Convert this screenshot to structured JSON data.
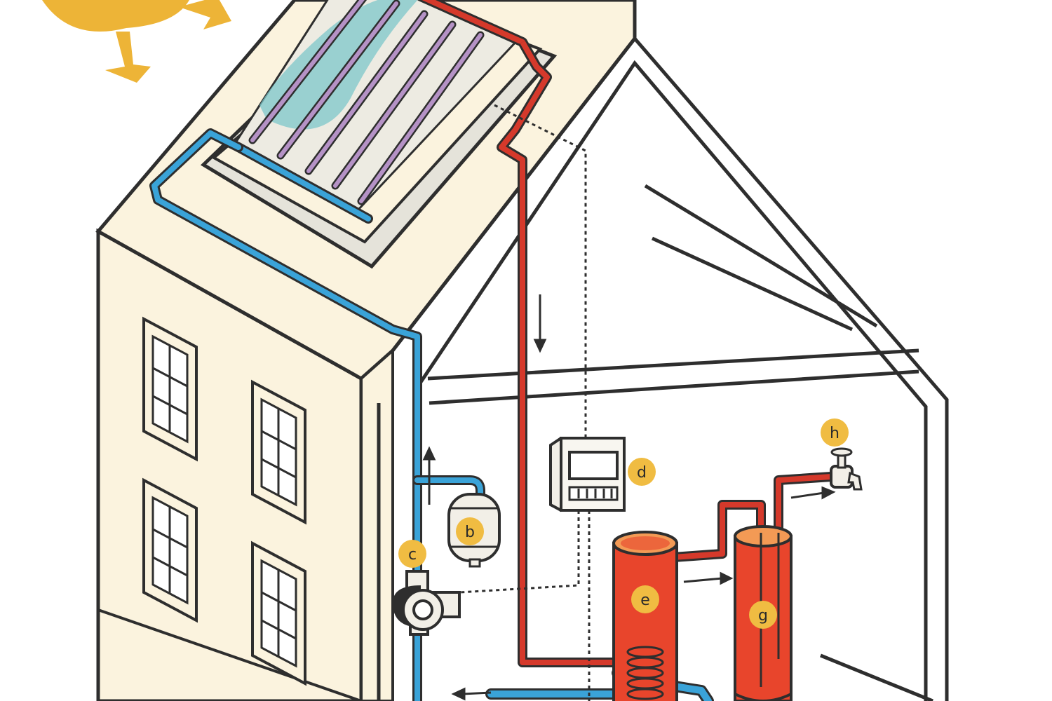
{
  "labels": {
    "b": "b",
    "c": "c",
    "d": "d",
    "e": "e",
    "g": "g",
    "h": "h"
  },
  "colors": {
    "sun": "#EDB437",
    "wall_front": "#FBF3DE",
    "outline": "#2E2E2E",
    "cold_pipe": "#3AA3D8",
    "hot_pipe": "#D5392B",
    "collector_glass": "#7CC7C9",
    "collector_tube": "#B592C6",
    "tank": "#E8452C",
    "tank_top": "#F39A55",
    "label_badge": "#F0BC42"
  },
  "icons": [
    "sun-icon",
    "solar-collector-icon",
    "expansion-vessel-icon",
    "pump-icon",
    "controller-icon",
    "storage-tank-icon",
    "auxiliary-heater-icon",
    "faucet-icon",
    "window-icon"
  ]
}
